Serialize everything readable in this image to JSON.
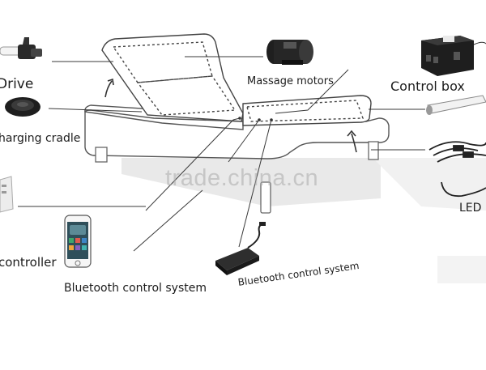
{
  "labels": {
    "drive": "Drive",
    "charging_cradle": "harging cradle",
    "massage_motors": "Massage motors",
    "control_box": "Control box",
    "led": "LED l",
    "controller": "controller",
    "bluetooth_phone": "Bluetooth control system",
    "bluetooth_module": "Bluetooth control system"
  },
  "watermark": "trade.china.cn",
  "colors": {
    "line": "#3a3a3a",
    "bed_outline": "#555555",
    "device_dark": "#1e1e1e",
    "phone_screen": "#2f4f5a",
    "app_tiles": [
      "#3fa66b",
      "#e05a4f",
      "#3d86c6",
      "#f0a43c",
      "#8a5fbf",
      "#41b3b0"
    ]
  }
}
